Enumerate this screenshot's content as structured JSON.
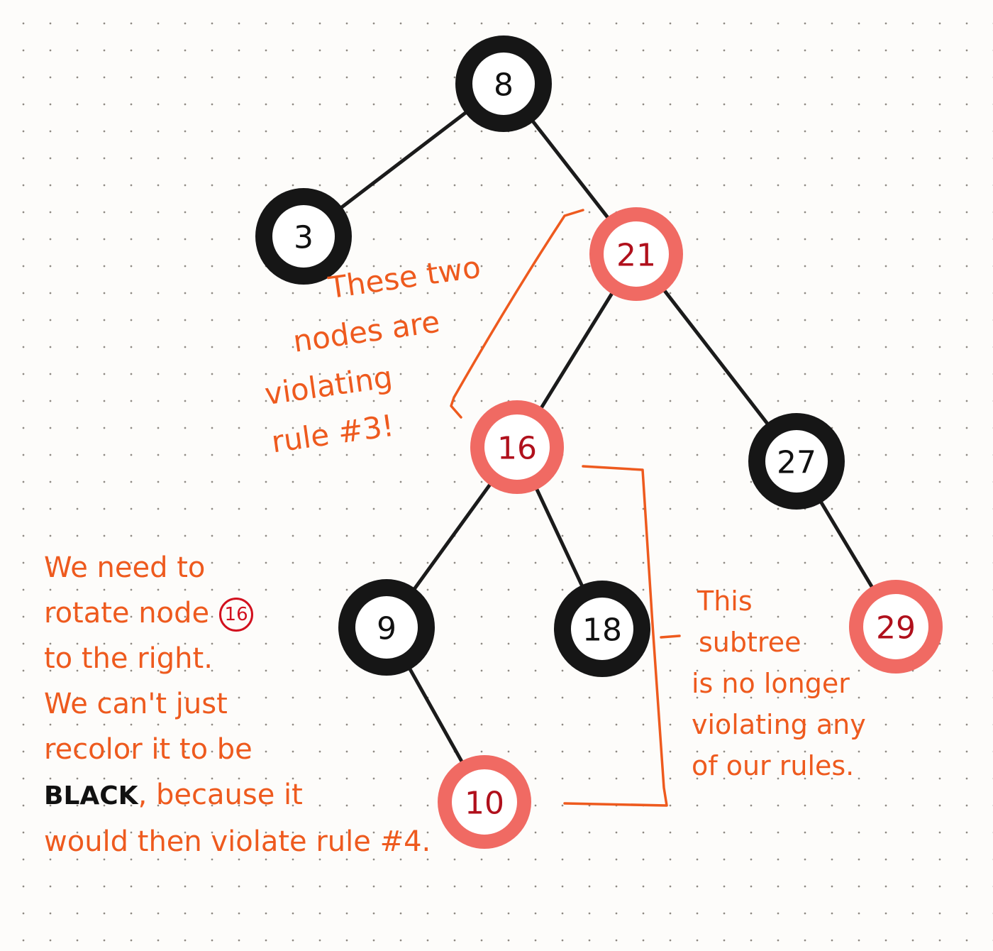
{
  "tree": {
    "nodes": [
      {
        "id": "n8",
        "label": "8",
        "color": "black"
      },
      {
        "id": "n3",
        "label": "3",
        "color": "black"
      },
      {
        "id": "n21",
        "label": "21",
        "color": "red"
      },
      {
        "id": "n16",
        "label": "16",
        "color": "red"
      },
      {
        "id": "n27",
        "label": "27",
        "color": "black"
      },
      {
        "id": "n9",
        "label": "9",
        "color": "black"
      },
      {
        "id": "n18",
        "label": "18",
        "color": "black"
      },
      {
        "id": "n29",
        "label": "29",
        "color": "red"
      },
      {
        "id": "n10",
        "label": "10",
        "color": "red"
      }
    ],
    "edges": [
      [
        "n8",
        "n3"
      ],
      [
        "n8",
        "n21"
      ],
      [
        "n21",
        "n16"
      ],
      [
        "n21",
        "n27"
      ],
      [
        "n16",
        "n9"
      ],
      [
        "n16",
        "n18"
      ],
      [
        "n27",
        "n29"
      ],
      [
        "n9",
        "n10"
      ]
    ]
  },
  "annotations": {
    "violating": {
      "lines": [
        "These two",
        "nodes are",
        "violating",
        "rule #3!"
      ]
    },
    "subtree": {
      "lines": [
        "This",
        "subtree",
        "is no longer",
        "violating any",
        "of our rules."
      ]
    },
    "rotate": {
      "line0": "We need to",
      "line1": "rotate node",
      "inline_node": "16",
      "line2": "to the right.",
      "line3": "We can't just",
      "line4": "recolor it to be",
      "black_word": "BLACK",
      "line5_rest": ", because it",
      "line6": "would then violate rule #4."
    }
  },
  "colors": {
    "black_node": "#161616",
    "red_node": "#f06a63",
    "red_text": "#b0101c",
    "annotation": "#ee5a1e"
  }
}
